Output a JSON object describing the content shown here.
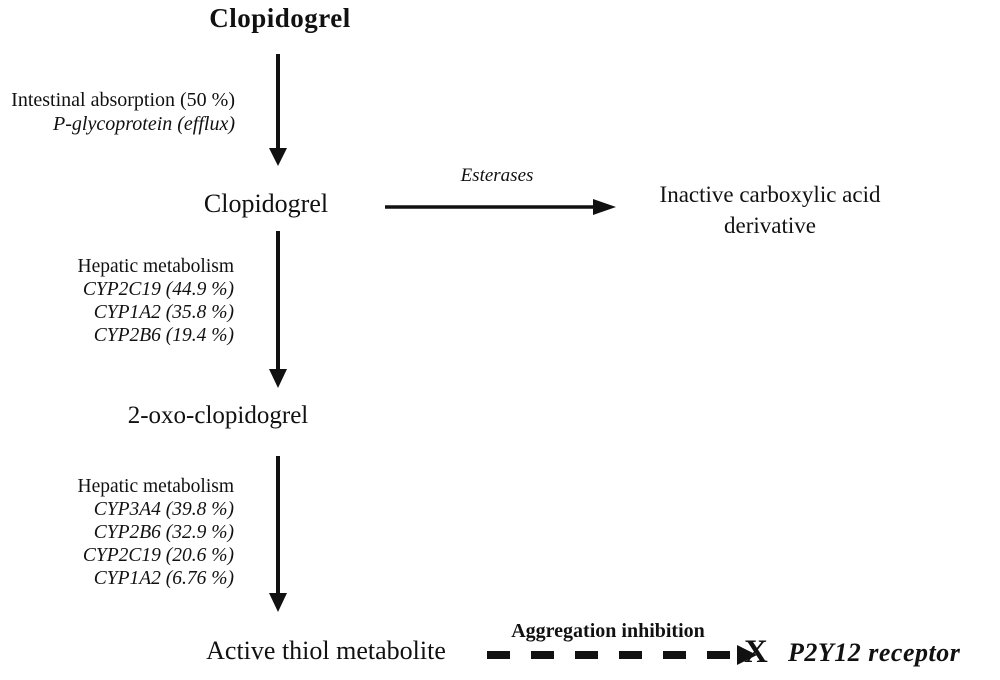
{
  "colors": {
    "text": "#111111",
    "background": "#ffffff",
    "arrow": "#111111"
  },
  "diagram": {
    "title_node": "Clopidogrel",
    "absorption": {
      "line1": "Intestinal absorption (50 %)",
      "line2": "P-glycoprotein (efflux)"
    },
    "clopidogrel_node": "Clopidogrel",
    "esterases_label": "Esterases",
    "inactive_node": {
      "line1": "Inactive carboxylic acid",
      "line2": "derivative"
    },
    "hepatic_metabolism_1": {
      "title": "Hepatic metabolism",
      "items": [
        "CYP2C19 (44.9 %)",
        "CYP1A2 (35.8 %)",
        "CYP2B6 (19.4 %)"
      ]
    },
    "oxo_node": "2-oxo-clopidogrel",
    "hepatic_metabolism_2": {
      "title": "Hepatic metabolism",
      "items": [
        "CYP3A4 (39.8 %)",
        "CYP2B6 (32.9 %)",
        "CYP2C19 (20.6 %)",
        "CYP1A2 (6.76 %)"
      ]
    },
    "active_node": "Active thiol metabolite",
    "aggregation_label": "Aggregation inhibition",
    "block_mark": "X",
    "receptor_node": "P2Y12 receptor"
  }
}
